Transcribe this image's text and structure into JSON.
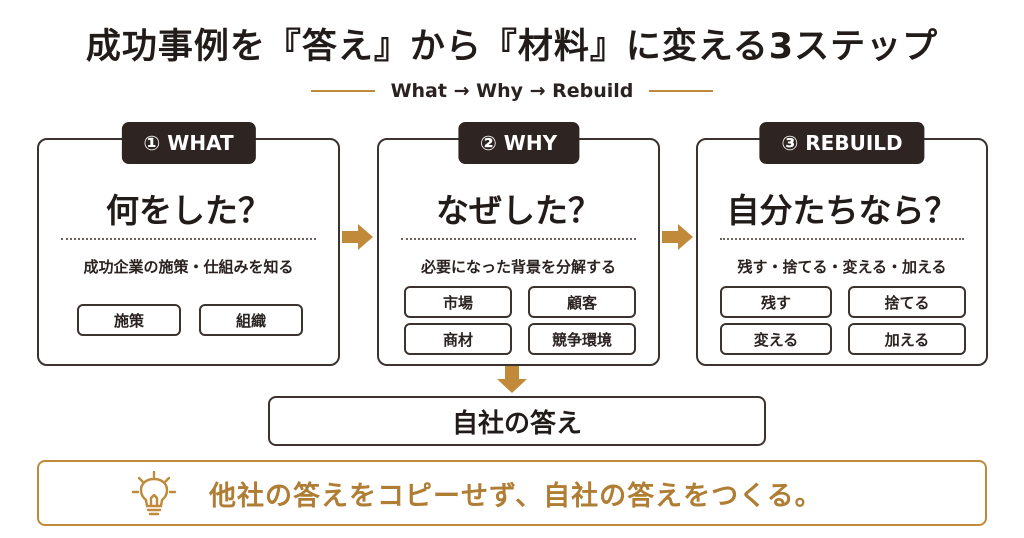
{
  "title": "成功事例を『答え』から『材料』に変える3ステップ",
  "subtitle": "What → Why → Rebuild",
  "steps": [
    {
      "badge": "① WHAT",
      "question": "何をした？",
      "desc": "成功企業の施策・仕組みを知る",
      "items": [
        "施策",
        "組織"
      ]
    },
    {
      "badge": "② WHY",
      "question": "なぜした？",
      "desc": "必要になった背景を分解する",
      "items": [
        "市場",
        "顧客",
        "商材",
        "競争環境"
      ]
    },
    {
      "badge": "③ REBUILD",
      "question": "自分たちなら？",
      "desc": "残す・捨てる・変える・加える",
      "items": [
        "残す",
        "捨てる",
        "変える",
        "加える"
      ]
    }
  ],
  "answer": "自社の答え",
  "banner": "他社の答えをコピーせず、自社の答えをつくる。",
  "colors": {
    "accent": "#c08a3a",
    "dark": "#2e2522",
    "border": "#3b3330",
    "banner_text": "#b07d34"
  },
  "icons": {
    "step_arrow": "arrow-right-icon",
    "down_arrow": "arrow-down-icon",
    "banner": "lightbulb-icon"
  }
}
